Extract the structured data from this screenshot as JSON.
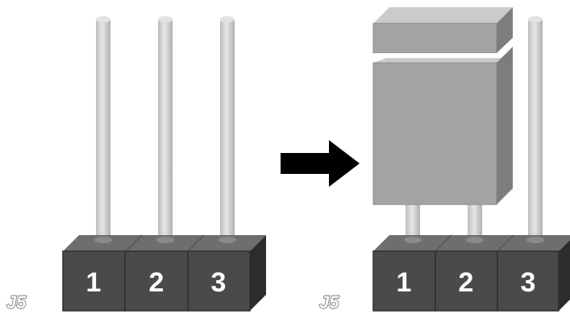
{
  "diagram": {
    "colors": {
      "pin": "#d8d8d8",
      "pin_shadow": "#a9a9a9",
      "header_face": "#4a4a4a",
      "header_top": "#6e6e6e",
      "header_side": "#2c2c2c",
      "jumper_face": "#a3a3a3",
      "jumper_top": "#cbcbcb",
      "jumper_side": "#7d7d7d",
      "arrow": "#000000"
    },
    "before": {
      "label": "J5",
      "pins": [
        "1",
        "2",
        "3"
      ],
      "jumper_covers": []
    },
    "after": {
      "label": "J5",
      "pins": [
        "1",
        "2",
        "3"
      ],
      "jumper_covers": [
        "1",
        "2"
      ]
    },
    "arrow_icon": "right-arrow-icon"
  }
}
